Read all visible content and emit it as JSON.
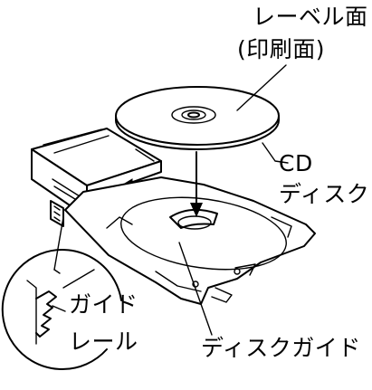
{
  "labels": {
    "label_side_line1": "レーベル面",
    "label_side_line2": "(印刷面)",
    "cd_line1": "CD",
    "cd_line2": "ディスク",
    "guide_rail_line1": "ガイド",
    "guide_rail_line2": "レール",
    "disc_guide": "ディスクガイド"
  }
}
